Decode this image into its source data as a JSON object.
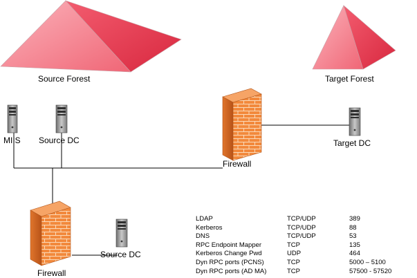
{
  "forests": {
    "source_label": "Source Forest",
    "target_label": "Target Forest"
  },
  "nodes": {
    "miis": "MIIS",
    "source_dc_top": "Source DC",
    "target_dc": "Target DC",
    "firewall_top": "Firewall",
    "firewall_bottom": "Firewall",
    "source_dc_bottom": "Source DC"
  },
  "ports": [
    {
      "service": "LDAP",
      "protocol": "TCP/UDP",
      "port": "389"
    },
    {
      "service": "Kerberos",
      "protocol": "TCP/UDP",
      "port": "88"
    },
    {
      "service": "DNS",
      "protocol": "TCP/UDP",
      "port": "53"
    },
    {
      "service": "RPC Endpoint Mapper",
      "protocol": "TCP",
      "port": "135"
    },
    {
      "service": "Kerberos Change Pwd",
      "protocol": "UDP",
      "port": "464"
    },
    {
      "service": "Dyn RPC ports (PCNS)",
      "protocol": "TCP",
      "port": "5000 – 5100"
    },
    {
      "service": "Dyn RPC ports (AD MA)",
      "protocol": "TCP",
      "port": "57500 - 57520"
    }
  ],
  "colors": {
    "forest_light": "#f58a96",
    "forest_dark": "#e8384e",
    "brick": "#f08a3c",
    "brick_dark": "#c85a1a",
    "mortar": "#fbd9b8",
    "server_body": "#9a9a9a",
    "line": "#000000"
  }
}
